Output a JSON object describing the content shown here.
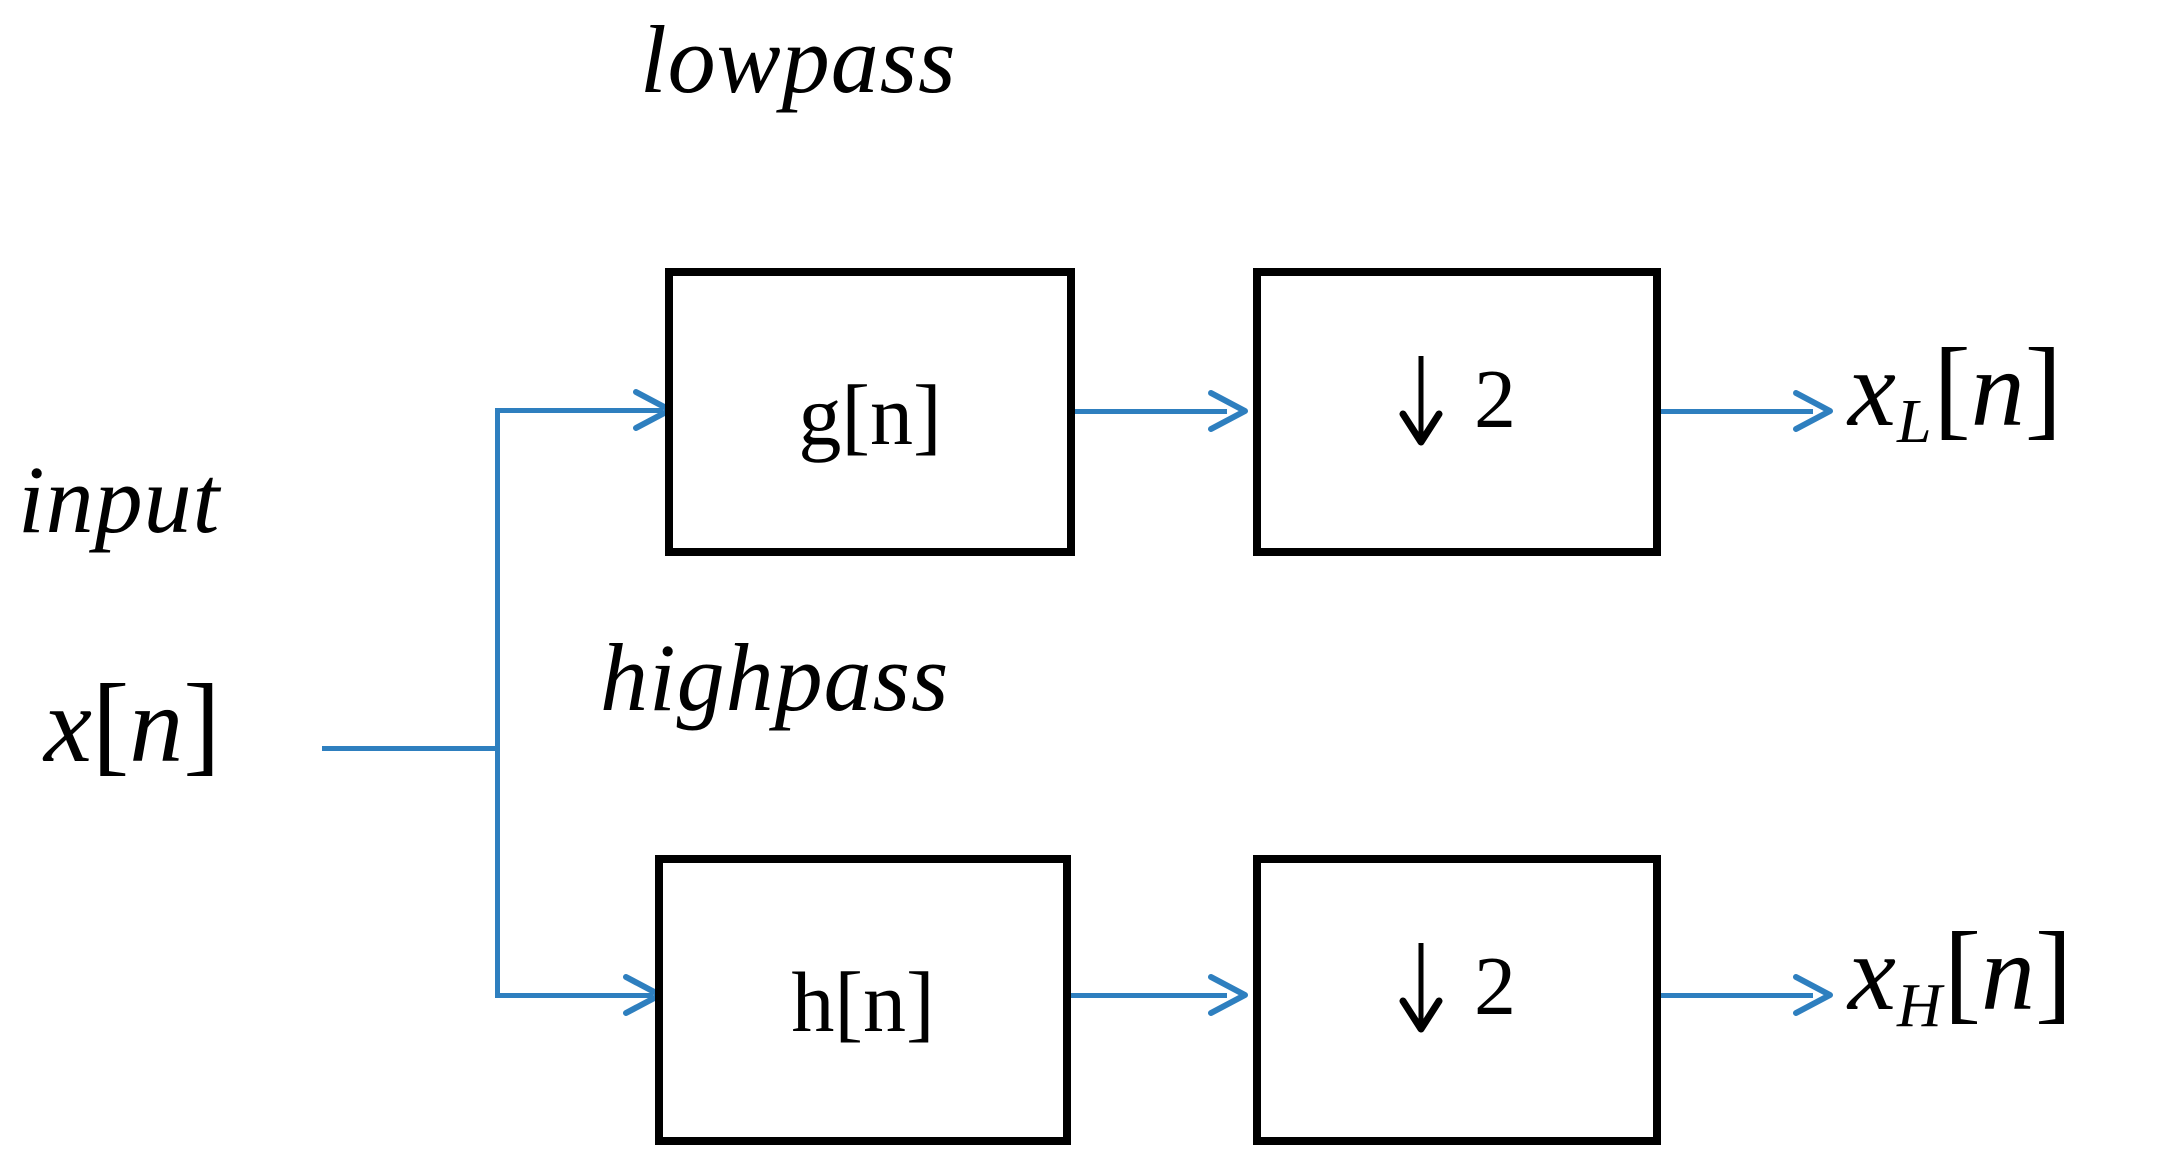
{
  "diagram": {
    "title_top": "lowpass",
    "title_mid": "highpass",
    "input_word": "input",
    "accent_wire_color": "#2E7FBF",
    "block_border_color": "#000000",
    "background_color": "#FFFFFF"
  },
  "input_signal": {
    "base": "x",
    "open_bracket": "[",
    "index": "n",
    "close_bracket": "]"
  },
  "branches": [
    {
      "id": "lowpass",
      "band_label": "lowpass",
      "filter_label": "g[n]",
      "filter_base": "g",
      "filter_open": "[",
      "filter_index": "n",
      "filter_close": "]",
      "decimator_arrow": "↓",
      "decimator_factor": "2",
      "output": {
        "base": "x",
        "subscript": "L",
        "open_bracket": "[",
        "index": "n",
        "close_bracket": "]"
      }
    },
    {
      "id": "highpass",
      "band_label": "highpass",
      "filter_label": "h[n]",
      "filter_base": "h",
      "filter_open": "[",
      "filter_index": "n",
      "filter_close": "]",
      "decimator_arrow": "↓",
      "decimator_factor": "2",
      "output": {
        "base": "x",
        "subscript": "H",
        "open_bracket": "[",
        "index": "n",
        "close_bracket": "]"
      }
    }
  ]
}
